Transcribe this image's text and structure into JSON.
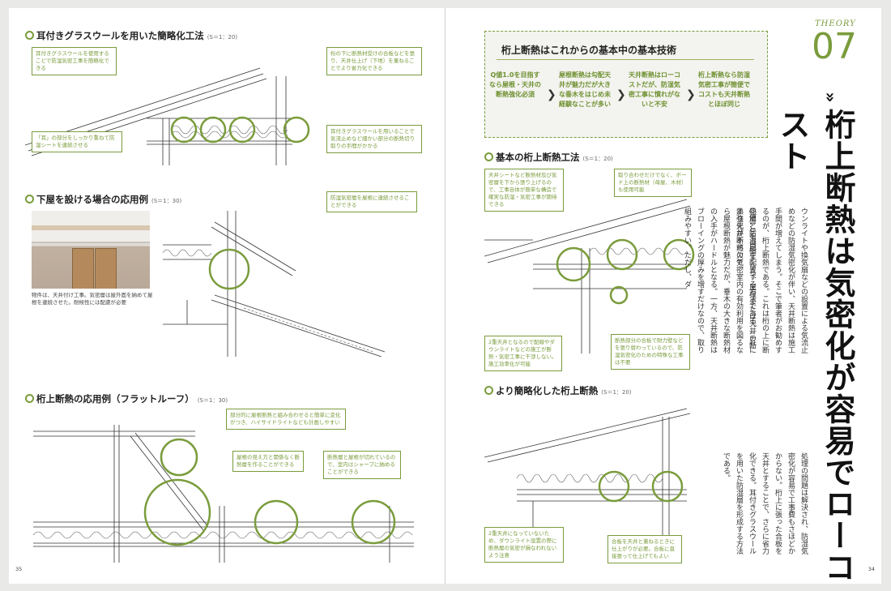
{
  "left_page": {
    "sections": [
      {
        "title": "耳付きグラスウールを用いた簡略化工法",
        "ref": "(S＝1：20)"
      },
      {
        "title": "下屋を設ける場合の応用例",
        "ref": "(S＝1：30)"
      },
      {
        "title": "桁上断熱の応用例（フラットルーフ）",
        "ref": "(S＝1：30)"
      }
    ],
    "notes": {
      "n1": "耳付きグラスウールを使用するこどで防湿気密工事を簡略化できる",
      "n2": "桁の下に断熱材受けの合板などを張り、天井仕上げ（下地）を兼ねることでより省力化できる",
      "n3": "「耳」の部分をしっかり重ねて防湿シートを連続させる",
      "n4": "耳付きグラスウールを用いることで気流止めなど細かい部分の断熱切り取りの手間がかかる",
      "n5": "防湿気密層を屋根に連続させることができる",
      "n6": "部分的に屋根断熱と組み合わせると簡単に変化がつき、ハイサイドライトなども計画しやすい",
      "n7": "屋根の見え方と関係なく断熱層を作ることができる",
      "n8": "断熱層と屋根が切れているので、室内はシャープに納めることができる"
    },
    "photo_caption": "物件は、天井付け工事。気密層は屋外面を納めて屋根を連続させた。耐候性には配慮が必要",
    "page_number": "35"
  },
  "right_page": {
    "summary": {
      "title": "桁上断熱はこれからの基本中の基本技術",
      "steps": [
        "Q値1.0を目指すなら屋根・天井の断熱強化必須",
        "屋根断熱は勾配天井が魅力だが大きな垂木をはじめ未経験なことが多い",
        "天井断熱はローコストだが、防湿気密工事に慣れがないと不安",
        "桁上断熱なら防湿気密工事が簡便でコストも天井断熱とほぼ同じ"
      ],
      "arrow": "❯"
    },
    "theory_label": "THEORY",
    "theory_number": "07",
    "main_title": "桁上断熱は気密化が容易でローコスト",
    "sections": [
      {
        "title": "基本の桁上断熱工法",
        "ref": "(S＝1：20)"
      },
      {
        "title": "より簡略化した桁上断熱",
        "ref": "(S＝1：20)"
      }
    ],
    "notes": {
      "r1": "天井シートなど断熱材及び気密層を下から張り上げるので、工事自体が簡単な構造で確実な防湿・気密工事が期待できる",
      "r2": "取り合わせだけでなく、ボード上の断熱材（母屋、木材）も使用可能",
      "r3": "2重天井となるので配線やダウンライトなどの施工が断熱・気密工事に干渉しない。施工効率化が可能",
      "r4": "断熱部分の合板で耐力壁などを張り替わっているので、防湿気密化のための特殊な工事は不要",
      "r5": "2重天井になっていないため、ダウンライト設置の際に断熱層の気密が損なわれないよう注意",
      "r6": "合板を天井と兼ねるときに仕上がりが必要。合板に直接張って仕上げてもよい"
    },
    "body_col1": "Q値1.0を目指すなら、屋根または天井の断熱強化が不可欠で、室内の有効利用を図るなら屋根断熱が魅力だが、垂木の大きな断熱材の入手がハードルとなる。一方、天井断熱はブローイングの厚みを増すだけなので、取り組みやすい。ただし、ダ",
    "body_col2": "ウンライトや換気扇などの設置による気流止めなどの防湿気密化が伴い、天井断熱は施工手間が増えてしまう。そこで筆者がお勧めするのが、桁上断熱である。これは桁の上に断熱層と防湿層を配置する方法である。これにより天井断熱の気密",
    "body_col3": "処理の問題は解決され、防湿気密化が容易で工事費もさほどかからない。桁上に張った合板を天井とすることで、さらに省力化できる。耳付きグラスウールを用いた防湿層を形成する方法である。",
    "page_number": "34"
  },
  "colors": {
    "accent": "#7a9c3c",
    "text": "#222222"
  }
}
